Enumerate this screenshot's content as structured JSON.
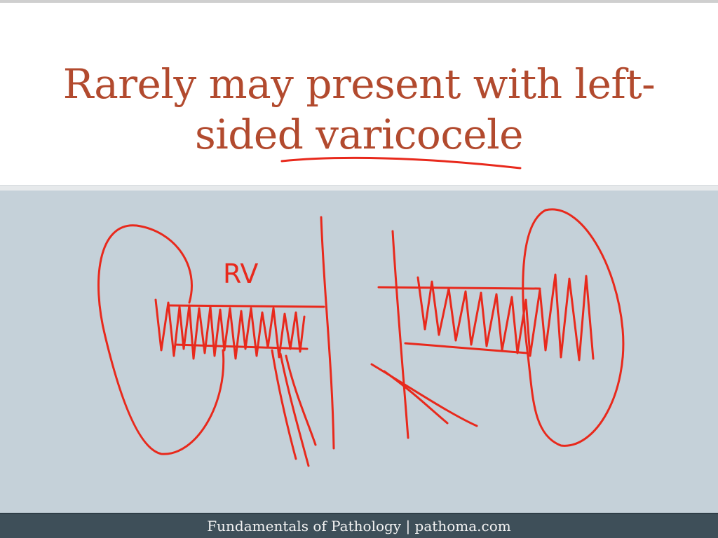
{
  "slide": {
    "title_line1": "Rarely may present with left-",
    "title_line2": "sided varicocele"
  },
  "annotation": {
    "label": "RV"
  },
  "footer": {
    "text": "Fundamentals of Pathology | pathoma.com"
  },
  "colors": {
    "title": "#b24a2e",
    "ink": "#e8291c",
    "panel_background": "#c5d1d9",
    "footer_background": "#3e4f59",
    "footer_text": "#f2f2f2"
  }
}
